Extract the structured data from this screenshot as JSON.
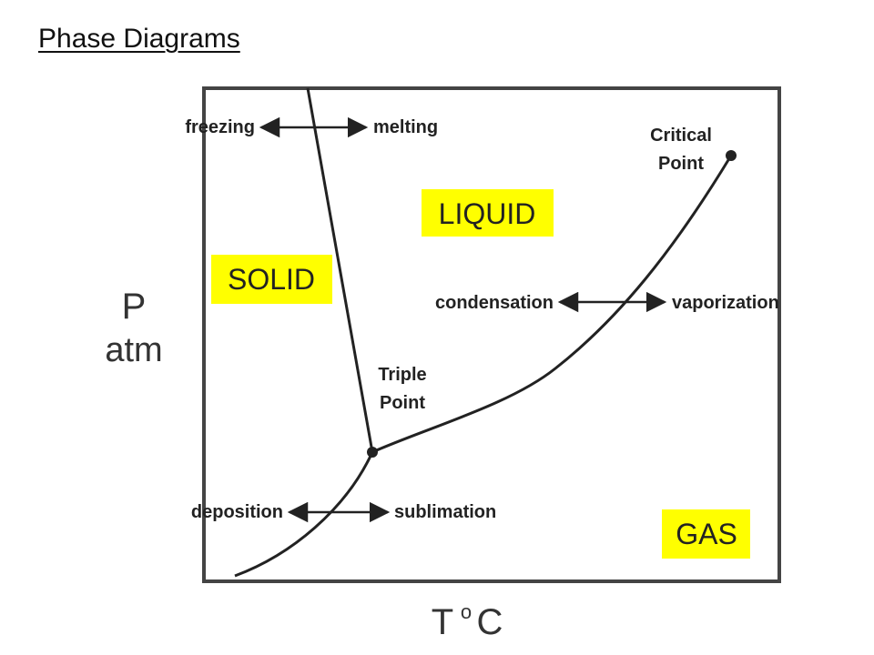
{
  "title": "Phase Diagrams",
  "colors": {
    "highlight": "#ffff00",
    "line": "#222222",
    "frame": "#444444"
  },
  "axes": {
    "y_symbol": "P",
    "y_unit": "atm",
    "x_symbol": "T",
    "x_degree": "o",
    "x_unit": "C"
  },
  "regions": {
    "solid": "SOLID",
    "liquid": "LIQUID",
    "gas": "GAS"
  },
  "points": {
    "critical_line1": "Critical",
    "critical_line2": "Point",
    "triple_line1": "Triple",
    "triple_line2": "Point"
  },
  "transitions": {
    "freezing": "freezing",
    "melting": "melting",
    "condensation": "condensation",
    "vaporization": "vaporization",
    "deposition": "deposition",
    "sublimation": "sublimation"
  }
}
